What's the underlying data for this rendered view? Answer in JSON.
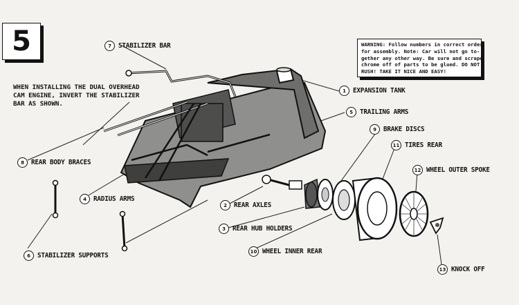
{
  "step_number": "5",
  "install_note": {
    "lines": [
      "WHEN INSTALLING THE DUAL OVERHEAD",
      "CAM ENGINE, INVERT THE STABILIZER",
      "BAR AS SHOWN."
    ]
  },
  "warning": {
    "lines": [
      "WARNING: Follow numbers in correct order",
      "for assembly. Note: Car will not go to-",
      "gether any other way. Be sure and scrape",
      "chrome off of parts to be glued. DO NOT",
      "RUSH! TAKE IT NICE AND EASY!"
    ]
  },
  "callouts": [
    {
      "num": "1",
      "label": "EXPANSION TANK"
    },
    {
      "num": "2",
      "label": "REAR AXLES"
    },
    {
      "num": "3",
      "label": "REAR HUB HOLDERS"
    },
    {
      "num": "4",
      "label": "RADIUS ARMS"
    },
    {
      "num": "5",
      "label": "TRAILING ARMS"
    },
    {
      "num": "6",
      "label": "STABILIZER SUPPORTS"
    },
    {
      "num": "7",
      "label": "STABILIZER BAR"
    },
    {
      "num": "8",
      "label": "REAR BODY BRACES"
    },
    {
      "num": "9",
      "label": "BRAKE DISCS"
    },
    {
      "num": "10",
      "label": "WHEEL INNER REAR"
    },
    {
      "num": "11",
      "label": "TIRES REAR"
    },
    {
      "num": "12",
      "label": "WHEEL OUTER SPOKE"
    },
    {
      "num": "13",
      "label": "KNOCK OFF"
    }
  ]
}
